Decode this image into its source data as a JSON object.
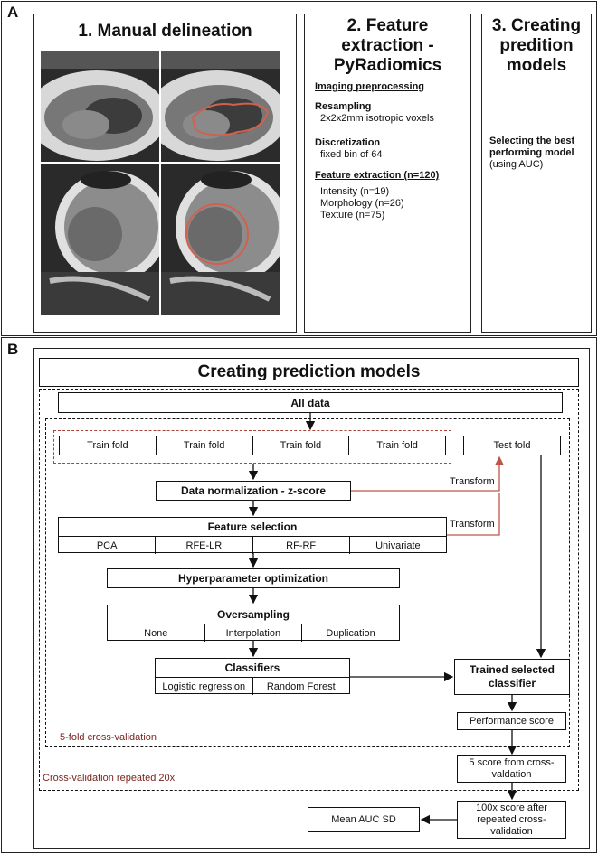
{
  "panel_a": {
    "letter": "A",
    "col1": {
      "title": "1. Manual delineation"
    },
    "col2": {
      "title_line1": "2. Feature",
      "title_line2": "extraction -",
      "title_line3": "PyRadiomics",
      "preprocessing_heading": "Imaging preprocessing",
      "resampling_label": "Resampling",
      "resampling_value": "2x2x2mm isotropic voxels",
      "discretization_label": "Discretization",
      "discretization_value": "fixed bin of 64",
      "feature_heading": "Feature extraction (n=120)",
      "features": [
        "Intensity (n=19)",
        "Morphology (n=26)",
        "Texture (n=75)"
      ]
    },
    "col3": {
      "title_line1": "3. Creating",
      "title_line2": "predition",
      "title_line3": "models",
      "select_line1": "Selecting the best",
      "select_line2": "performing model",
      "select_line3": "(using AUC)"
    }
  },
  "panel_b": {
    "letter": "B",
    "title": "Creating prediction models",
    "all_data": "All data",
    "train_folds": [
      "Train fold",
      "Train fold",
      "Train fold",
      "Train fold"
    ],
    "test_fold": "Test fold",
    "normalization": "Data normalization - z-score",
    "transform_1": "Transform",
    "transform_2": "Transform",
    "feature_selection": {
      "title": "Feature selection",
      "options": [
        "PCA",
        "RFE-LR",
        "RF-RF",
        "Univariate"
      ]
    },
    "hyperparameter": "Hyperparameter optimization",
    "oversampling": {
      "title": "Oversampling",
      "options": [
        "None",
        "Interpolation",
        "Duplication"
      ]
    },
    "classifiers": {
      "title": "Classifiers",
      "options": [
        "Logistic regression",
        "Random Forest"
      ]
    },
    "trained_line1": "Trained selected",
    "trained_line2": "classifier",
    "performance": "Performance score",
    "cv_label": "5-fold cross-validation",
    "repeat_label": "Cross-validation repeated 20x",
    "five_score_line1": "5 score from cross-",
    "five_score_line2": "valdation",
    "hundred_line1": "100x score after",
    "hundred_line2": "repeated cross-",
    "hundred_line3": "validation",
    "mean_auc": "Mean AUC SD"
  }
}
